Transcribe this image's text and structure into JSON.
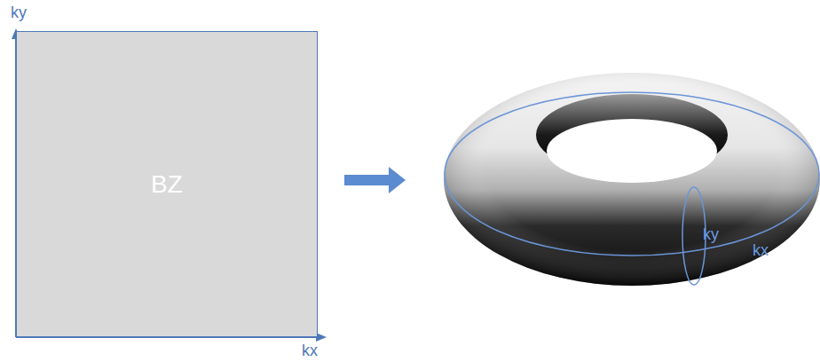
{
  "diagram": {
    "nodes": [
      {
        "text": [
          "BZ"
        ]
      }
    ],
    "labels": [
      "ky",
      "kx",
      "ky",
      "kx"
    ]
  }
}
